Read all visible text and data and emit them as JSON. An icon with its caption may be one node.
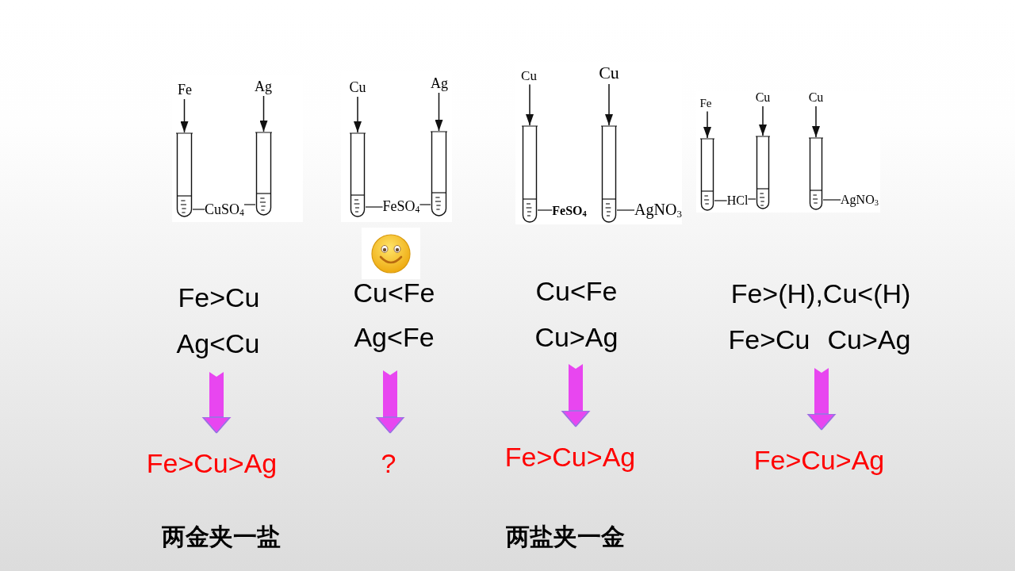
{
  "diagram": {
    "nodes": [
      {
        "text": [
          "Fe"
        ]
      },
      {
        "text": [
          "Ag"
        ]
      },
      {
        "text": [],
        "shape": "tube"
      },
      {
        "text": [],
        "shape": "tube"
      },
      {
        "text": [
          "CuSO$_{4}$"
        ]
      },
      {
        "text": [
          "Cu"
        ]
      },
      {
        "text": [
          "Ag"
        ]
      },
      {
        "text": [],
        "shape": "tube"
      },
      {
        "text": [],
        "shape": "tube"
      },
      {
        "text": [
          "FeSO$_{4}$"
        ]
      },
      {
        "text": [
          "Cu"
        ]
      },
      {
        "text": [
          "Cu"
        ]
      },
      {
        "text": [],
        "shape": "tube"
      },
      {
        "text": [],
        "shape": "tube"
      },
      {
        "text": [
          "FeSO$_{4}$"
        ]
      },
      {
        "text": [
          "AgNO$_{3}$"
        ]
      },
      {
        "text": [
          "Fe"
        ]
      },
      {
        "text": [
          "Cu"
        ]
      },
      {
        "text": [
          "Cu"
        ]
      },
      {
        "text": [],
        "shape": "tube"
      },
      {
        "text": [],
        "shape": "tube"
      },
      {
        "text": [],
        "shape": "tube"
      },
      {
        "text": [
          "HCl"
        ]
      },
      {
        "text": [
          "AgNO$_{3}$"
        ]
      },
      {
        "text": [
          "Fe>Cu",
          "Ag<Cu"
        ]
      },
      {
        "text": [
          "Cu<Fe",
          "Ag<Fe"
        ]
      },
      {
        "text": [
          "Cu<Fe",
          "Cu>Ag"
        ]
      },
      {
        "text": [
          "Fe>(H),Cu<(H)",
          "Fe>Cu",
          "Cu>Ag"
        ]
      },
      {
        "text": [
          "Fe>Cu>Ag"
        ]
      },
      {
        "text": [
          "?"
        ]
      },
      {
        "text": [
          "Fe>Cu>Ag"
        ]
      },
      {
        "text": [
          "Fe>Cu>Ag"
        ]
      }
    ],
    "edges": [
      {
        "from": 0,
        "to": 2,
        "arrow": "to"
      },
      {
        "from": 1,
        "to": 3,
        "arrow": "to"
      },
      {
        "from": 4,
        "to": 2,
        "arrow": "none"
      },
      {
        "from": 4,
        "to": 3,
        "arrow": "none"
      },
      {
        "from": 5,
        "to": 7,
        "arrow": "to"
      },
      {
        "from": 6,
        "to": 8,
        "arrow": "to"
      },
      {
        "from": 9,
        "to": 7,
        "arrow": "none"
      },
      {
        "from": 9,
        "to": 8,
        "arrow": "none"
      },
      {
        "from": 10,
        "to": 12,
        "arrow": "to"
      },
      {
        "from": 11,
        "to": 13,
        "arrow": "to"
      },
      {
        "from": 14,
        "to": 12,
        "arrow": "none"
      },
      {
        "from": 15,
        "to": 13,
        "arrow": "none"
      },
      {
        "from": 16,
        "to": 19,
        "arrow": "to"
      },
      {
        "from": 17,
        "to": 20,
        "arrow": "to"
      },
      {
        "from": 18,
        "to": 21,
        "arrow": "to"
      },
      {
        "from": 22,
        "to": 19,
        "arrow": "none"
      },
      {
        "from": 22,
        "to": 20,
        "arrow": "none"
      },
      {
        "from": 23,
        "to": 21,
        "arrow": "none"
      },
      {
        "from": 24,
        "to": 28,
        "arrow": "to",
        "style": "thick",
        "color": "#e846f0"
      },
      {
        "from": 25,
        "to": 29,
        "arrow": "to",
        "style": "thick",
        "color": "#e846f0"
      },
      {
        "from": 26,
        "to": 30,
        "arrow": "to",
        "style": "thick",
        "color": "#e846f0"
      },
      {
        "from": 27,
        "to": 31,
        "arrow": "to",
        "style": "thick",
        "color": "#e846f0"
      }
    ],
    "labels": [
      "两金夹一盐",
      "两盐夹一金"
    ]
  }
}
